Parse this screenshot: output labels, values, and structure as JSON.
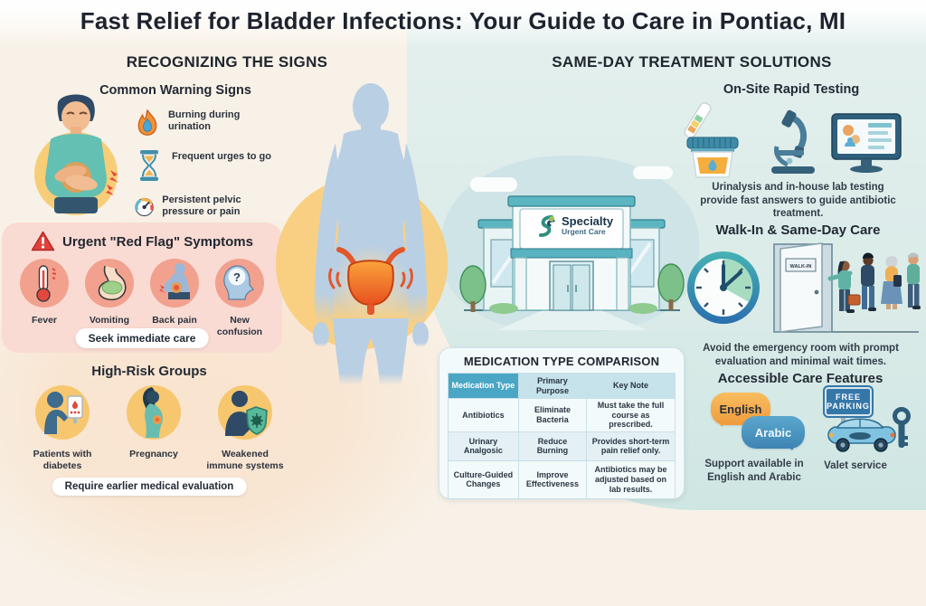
{
  "title": "Fast Relief for Bladder Infections: Your Guide to Care in Pontiac, MI",
  "left": {
    "header": "RECOGNIZING THE SIGNS",
    "warning_title": "Common Warning Signs",
    "warning_items": [
      {
        "icon": "flame-drop-icon",
        "label": "Burning during urination"
      },
      {
        "icon": "hourglass-icon",
        "label": "Frequent urges to go"
      },
      {
        "icon": "gauge-icon",
        "label": "Persistent pelvic pressure or pain"
      }
    ],
    "red_flag_title": "Urgent \"Red Flag\" Symptoms",
    "red_flag_items": [
      {
        "icon": "thermometer-icon",
        "label": "Fever"
      },
      {
        "icon": "stomach-icon",
        "label": "Vomiting"
      },
      {
        "icon": "back-pain-icon",
        "label": "Back pain"
      },
      {
        "icon": "confused-head-icon",
        "label": "New confusion"
      }
    ],
    "red_flag_badge": "Seek immediate care",
    "high_risk_title": "High-Risk Groups",
    "high_risk_items": [
      {
        "icon": "glucose-meter-icon",
        "label": "Patients with diabetes"
      },
      {
        "icon": "pregnant-woman-icon",
        "label": "Pregnancy"
      },
      {
        "icon": "immune-shield-icon",
        "label": "Weakened immune systems"
      }
    ],
    "high_risk_badge": "Require earlier medical evaluation"
  },
  "center": {
    "clinic_sign_title": "Specialty",
    "clinic_sign_subtitle": "Urgent Care"
  },
  "right": {
    "header": "SAME-DAY TREATMENT SOLUTIONS",
    "rapid_title": "On-Site Rapid Testing",
    "rapid_caption": "Urinalysis and in-house lab testing provide fast answers to guide antibiotic treatment.",
    "walkin_title": "Walk-In & Same-Day Care",
    "walkin_door_sign": "WALK-IN",
    "walkin_caption": "Avoid the emergency room with prompt evaluation and minimal wait times.",
    "access_title": "Accessible Care Features",
    "access_bubble_primary": "English",
    "access_bubble_secondary": "Arabic",
    "access_caption_language": "Support available in English and Arabic",
    "parking_sign_line1": "FREE",
    "parking_sign_line2": "PARKING",
    "access_caption_valet": "Valet service"
  },
  "medication_table": {
    "title": "MEDICATION TYPE COMPARISON",
    "headers": [
      "Medication Type",
      "Primary Purpose",
      "Key Note"
    ],
    "rows": [
      [
        "Antibiotics",
        "Eliminate Bacteria",
        "Must take the full course as prescribed."
      ],
      [
        "Urinary Analgosic",
        "Reduce Burning",
        "Provides short-term pain relief only."
      ],
      [
        "Culture-Guided Changes",
        "Improve Effectiveness",
        "Antibiotics may be adjusted based on lab results."
      ]
    ]
  },
  "colors": {
    "accent_teal": "#4aa6c4",
    "salmon_circle": "#f2a18f",
    "warm_yellow_circle": "#f7c76f",
    "panel_pink": "#f9dbd3",
    "heading_dark": "#20262f"
  }
}
